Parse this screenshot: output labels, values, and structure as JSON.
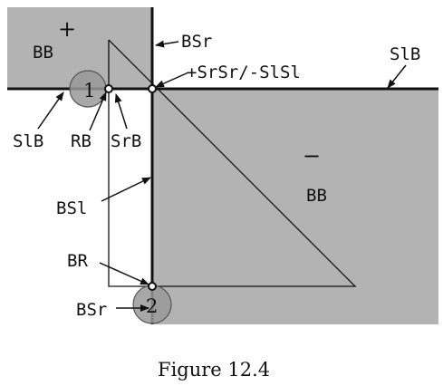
{
  "regions": {
    "top_left_sign": "+",
    "top_left_label": "BB",
    "bottom_right_sign": "−",
    "bottom_right_label": "BB"
  },
  "labels": {
    "bsr_top": "BSr",
    "srsr": "+SrSr/-SlSl",
    "slb_right": "SlB",
    "slb_left": "SlB",
    "rb": "RB",
    "srb": "SrB",
    "bsl": "BSl",
    "br": "BR",
    "bsr_bottom": "BSr"
  },
  "markers": {
    "one": "1",
    "two": "2"
  },
  "caption": "Figure 12.4"
}
